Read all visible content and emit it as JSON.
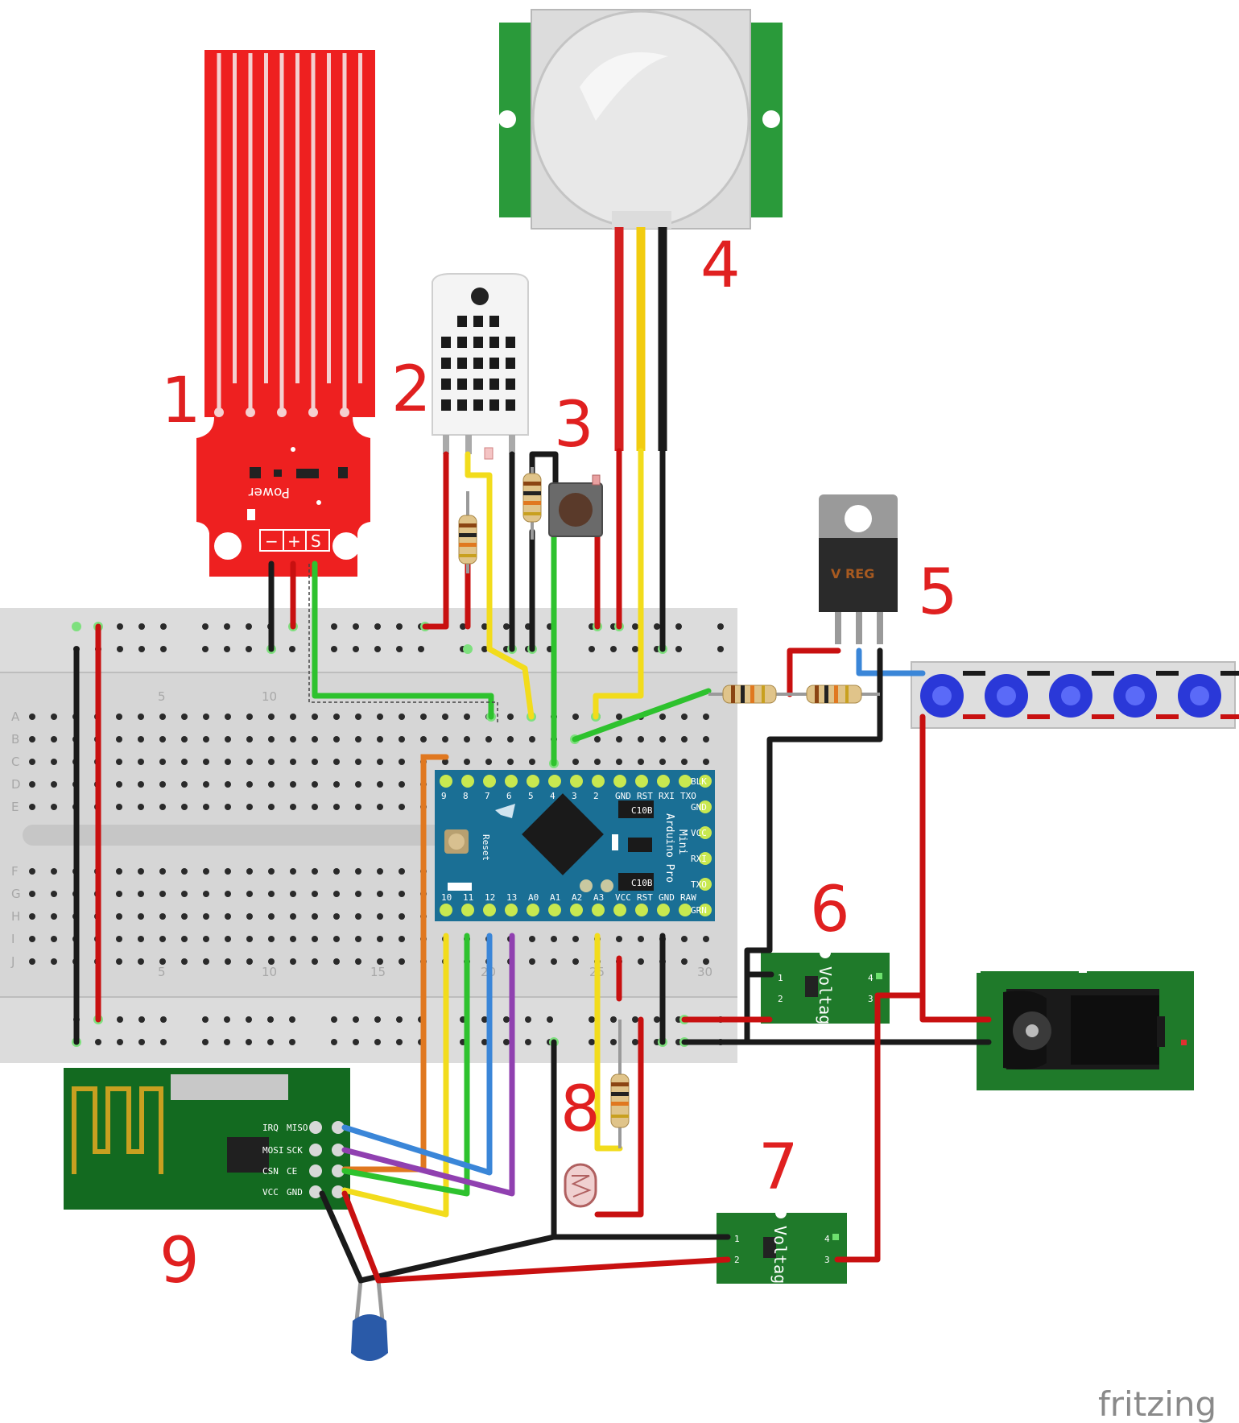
{
  "labels": {
    "n1": "1",
    "n2": "2",
    "n3": "3",
    "n4": "4",
    "n5": "5",
    "n6": "6",
    "n7": "7",
    "n8": "8",
    "n9": "9"
  },
  "water_sensor": {
    "text": "Power",
    "pins": [
      "−",
      "+",
      "S"
    ]
  },
  "breadboard": {
    "rows": [
      "A",
      "B",
      "C",
      "D",
      "E",
      "F",
      "G",
      "H",
      "I",
      "J"
    ],
    "cols_top": [
      "5",
      "10"
    ],
    "cols_bottom": [
      "5",
      "10",
      "15",
      "20",
      "25",
      "30"
    ]
  },
  "regulator": {
    "text": "V REG"
  },
  "arduino": {
    "top_pins": [
      "9",
      "8",
      "7",
      "6",
      "5",
      "4",
      "3",
      "2",
      "GND",
      "RST",
      "RXI",
      "TXO"
    ],
    "bottom_pins": [
      "10",
      "11",
      "12",
      "13",
      "A0",
      "A1",
      "A2",
      "A3",
      "VCC",
      "RST",
      "GND",
      "RAW"
    ],
    "right_pins": [
      "BLK",
      "GND",
      "VCC",
      "RXI",
      "TXO",
      "GRN"
    ],
    "title_1": "Arduino Pro",
    "title_2": "Mini",
    "reset": "Reset",
    "cap1": "C10B",
    "cap2": "C10B"
  },
  "voltage_reg_boards": {
    "text": "Voltag",
    "pin1": "1",
    "pin2": "2",
    "pin3": "3",
    "pin4": "4"
  },
  "radio": {
    "pins_left": [
      "IRQ",
      "MOSI",
      "CSN",
      "VCC"
    ],
    "pins_right": [
      "MISO",
      "SCK",
      "CE",
      "GND"
    ]
  },
  "watermark": "fritzing",
  "colors": {
    "red_wire": "#c81010",
    "black_wire": "#1a1a1a",
    "yellow_wire": "#f2dc1c",
    "green_wire": "#2ec22e",
    "blue_wire": "#3a86d8",
    "purple_wire": "#9040b0",
    "orange_wire": "#e07820",
    "pcb_green": "#1f7a2a",
    "arduino_blue": "#1a6f95",
    "sensor_red": "#ee2020"
  }
}
